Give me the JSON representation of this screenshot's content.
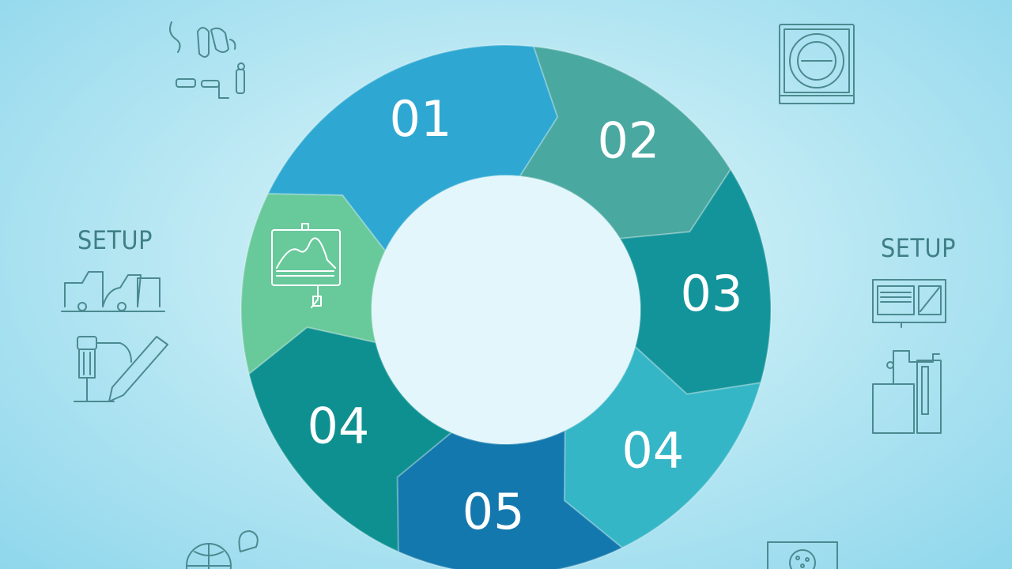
{
  "labels": {
    "setup_left": "SETUP",
    "setup_right": "SETUP"
  },
  "ring": {
    "segments": [
      {
        "label": "01",
        "color": "#2ea8d2"
      },
      {
        "label": "02",
        "color": "#49a8a0"
      },
      {
        "label": "03",
        "color": "#13949a"
      },
      {
        "label": "04",
        "color": "#35b6c6"
      },
      {
        "label": "05",
        "color": "#1378ad"
      },
      {
        "label": "04",
        "color": "#0e9090"
      },
      {
        "label": "",
        "color": "#68c99b"
      }
    ],
    "hole_color": "#e3f6fb"
  },
  "icons": {
    "top_left": "industrial-parts-icon",
    "top_right": "machine-gauge-icon",
    "left_mid": "conveyor-icon",
    "left_low": "tool-pencil-icon",
    "right_mid": "control-panel-icon",
    "right_low": "electrical-schematic-icon",
    "bottom_left": "globe-icon",
    "bottom_right": "circuit-board-icon",
    "segment_icon": "monitor-chart-icon"
  }
}
